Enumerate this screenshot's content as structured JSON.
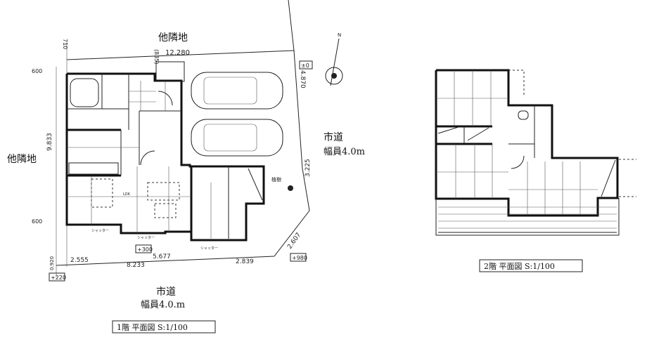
{
  "floor1": {
    "caption": "1階 平面図 S:1/100",
    "neighbor_top": "他隣地",
    "neighbor_left": "他隣地",
    "road_right": {
      "name": "市道",
      "width": "幅員4.0m"
    },
    "road_bottom": {
      "name": "市道",
      "width": "幅員4.0.m"
    },
    "tree_label": "植樹",
    "ldk_label": "LDK",
    "shutter_labels": [
      "シャッター",
      "シャッター",
      "シャッター"
    ],
    "level_marks": [
      "±0",
      "+300",
      "+980",
      "+220"
    ],
    "dimensions": {
      "top": "12.280",
      "top_offset": "(835)",
      "left_top": "710",
      "left_600_top": "600",
      "left_600_bottom": "600",
      "left_depth": "9.833",
      "right_top": "4.870",
      "right_mid": "3.225",
      "right_bottom": "2.607",
      "bottom_left": "2.555",
      "bottom_mid": "5.677",
      "bottom_total": "8.233",
      "bottom_right": "2.839",
      "bottom_corner": "0.920"
    }
  },
  "floor2": {
    "caption": "2階 平面図 S:1/100"
  },
  "north_mark": "N"
}
